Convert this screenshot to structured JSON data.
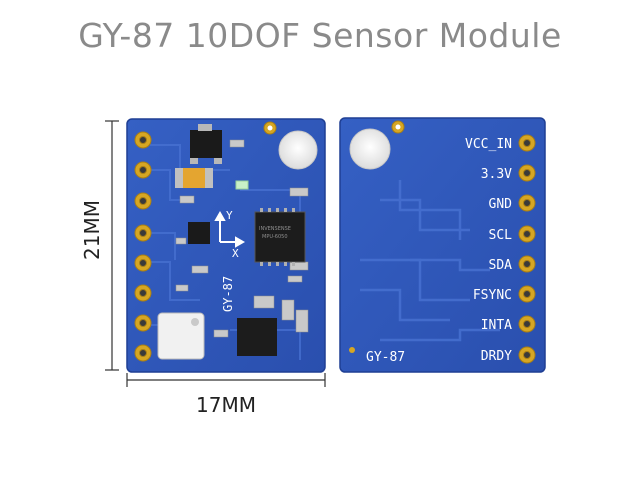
{
  "title": "GY-87 10DOF Sensor Module",
  "dimensions": {
    "height_label": "21MM",
    "width_label": "17MM"
  },
  "front_board": {
    "board_label": "GY-87",
    "axis_y": "Y",
    "axis_x": "X",
    "chip_text": [
      "INVENSENSE",
      "MPU-6050"
    ]
  },
  "back_board": {
    "board_label": "GY-87",
    "pins": [
      "VCC_IN",
      "3.3V",
      "GND",
      "SCL",
      "SDA",
      "FSYNC",
      "INTA",
      "DRDY"
    ]
  },
  "colors": {
    "pcb": "#2f57b8",
    "pcb_edge": "#1f3f94",
    "pad_gold": "#d6a623",
    "silkscreen": "#ffffff"
  }
}
